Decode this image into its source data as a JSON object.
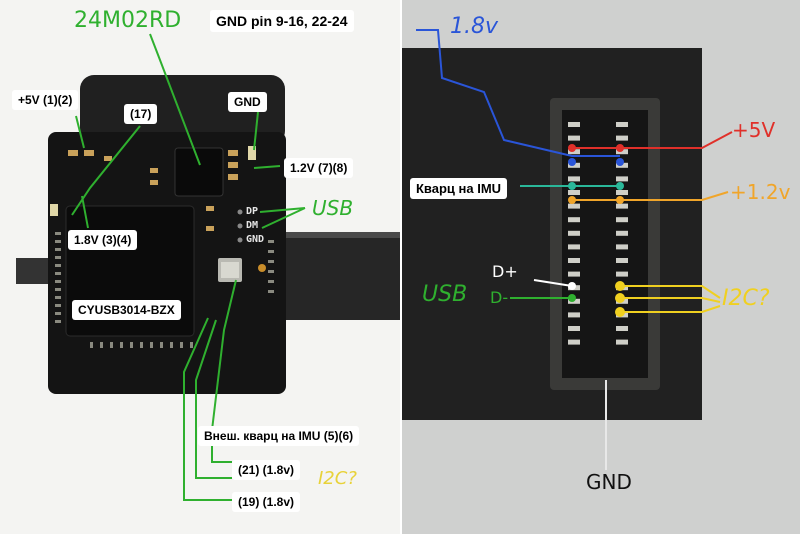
{
  "left": {
    "labels": {
      "gnd_pins": "GND pin 9-16, 22-24",
      "pin_5v": "+5V (1)(2)",
      "pin_17": "(17)",
      "gnd": "GND",
      "pin_1_2v": "1.2V (7)(8)",
      "pin_1_8v": "1.8V (3)(4)",
      "chip": "CYUSB3014-BZX",
      "crystal": "Внеш. кварц на IMU (5)(6)",
      "pin_21": "(21) (1.8v)",
      "pin_19": "(19) (1.8v)"
    },
    "handwritten": {
      "part": "24M02RD",
      "usb": "USB",
      "i2c": "I2C?"
    },
    "silkscreen": {
      "dp": "DP",
      "dm": "DM",
      "gnd": "GND"
    }
  },
  "right": {
    "labels": {
      "crystal": "Кварц на IMU"
    },
    "handwritten": {
      "v18": "1.8v",
      "v5": "+5V",
      "v12": "+1.2v",
      "dplus": "D+",
      "dminus": "D-",
      "usb": "USB",
      "i2c": "I2C?",
      "gnd": "GND"
    }
  },
  "colors": {
    "red": "#e0302a",
    "blue": "#2a55d8",
    "teal": "#2ab89a",
    "orange": "#f0a52a",
    "yellow": "#f0d020",
    "green": "#2fb02f",
    "white": "#ffffff"
  }
}
